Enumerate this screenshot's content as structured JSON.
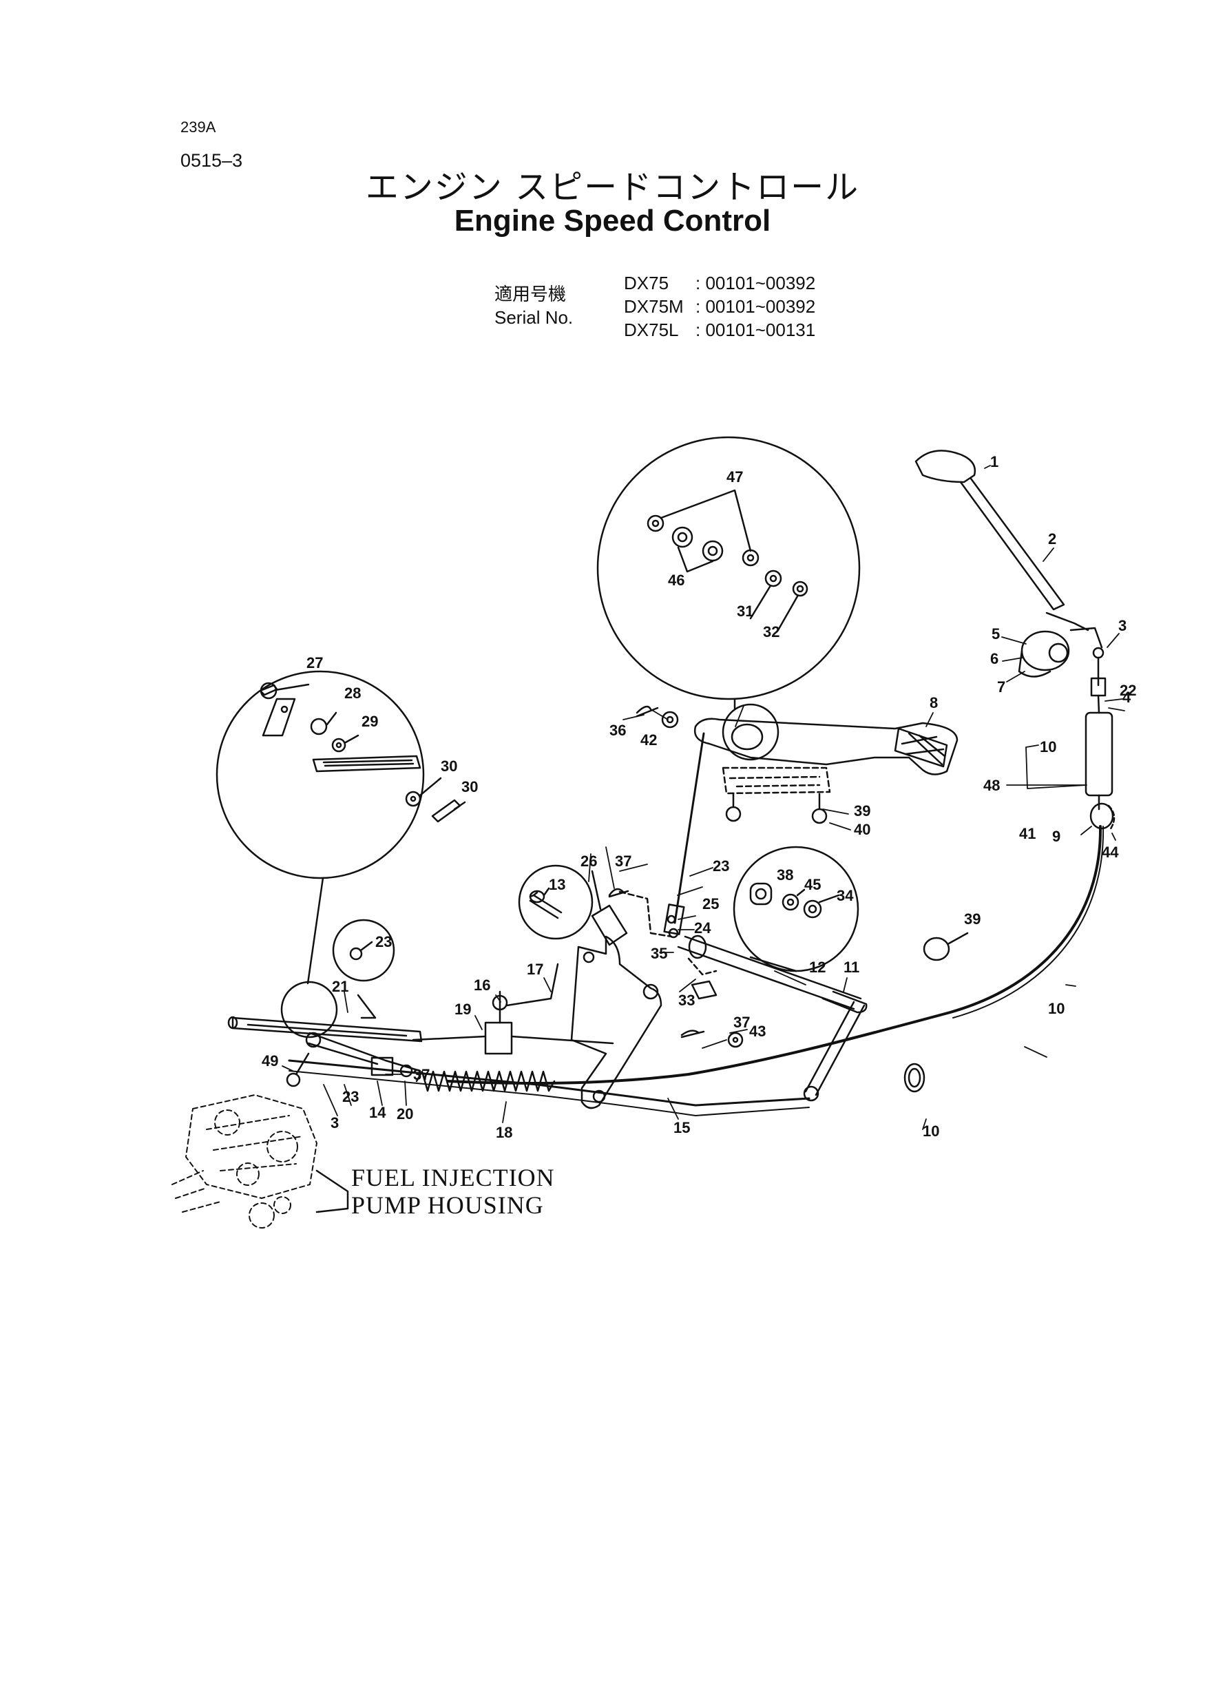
{
  "header": {
    "page_code": "239A",
    "doc_number": "0515–3",
    "title_jp": "エンジン スピードコントロール",
    "title_en": "Engine Speed Control"
  },
  "serial": {
    "label_jp": "適用号機",
    "label_en": "Serial No.",
    "rows": [
      {
        "model": "DX75",
        "range": ": 00101~00392"
      },
      {
        "model": "DX75M",
        "range": ": 00101~00392"
      },
      {
        "model": "DX75L",
        "range": ": 00101~00131"
      }
    ]
  },
  "diagram": {
    "caption_line1": "FUEL INJECTION",
    "caption_line2": "PUMP HOUSING",
    "callouts": [
      "1",
      "2",
      "3",
      "4",
      "5",
      "6",
      "7",
      "8",
      "9",
      "10",
      "10",
      "10",
      "11",
      "12",
      "13",
      "14",
      "15",
      "16",
      "17",
      "18",
      "19",
      "20",
      "21",
      "22",
      "23",
      "23",
      "23",
      "24",
      "25",
      "26",
      "27",
      "28",
      "29",
      "30",
      "30",
      "31",
      "32",
      "33",
      "34",
      "35",
      "36",
      "37",
      "37",
      "37",
      "38",
      "39",
      "39",
      "40",
      "41",
      "42",
      "43",
      "44",
      "45",
      "46",
      "47",
      "48",
      "49",
      "3",
      "4"
    ]
  }
}
